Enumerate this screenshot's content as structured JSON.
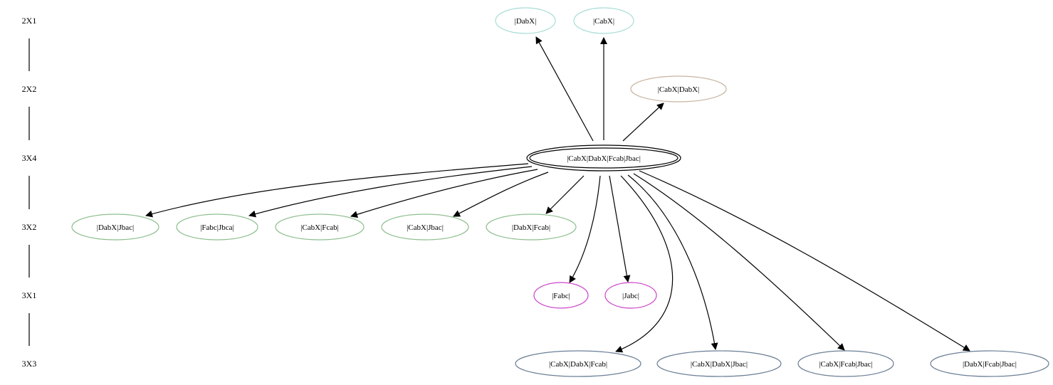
{
  "colors": {
    "level_2x1": "#a8ddd6",
    "level_2x2": "#c8b4a0",
    "level_3x4": "#000000",
    "level_3x2": "#8fbf8f",
    "level_3x1": "#cc44cc",
    "level_3x3": "#6b7f95",
    "edge": "#000000"
  },
  "levels": [
    {
      "id": "2X1",
      "label": "2X1"
    },
    {
      "id": "2X2",
      "label": "2X2"
    },
    {
      "id": "3X4",
      "label": "3X4"
    },
    {
      "id": "3X2",
      "label": "3X2"
    },
    {
      "id": "3X1",
      "label": "3X1"
    },
    {
      "id": "3X3",
      "label": "3X3"
    }
  ],
  "nodes": [
    {
      "id": "n_dabx",
      "label": "|DabX|",
      "level": "2X1"
    },
    {
      "id": "n_cabx",
      "label": "|CabX|",
      "level": "2X1"
    },
    {
      "id": "n_cabx_dabx",
      "label": "|CabX|DabX|",
      "level": "2X2"
    },
    {
      "id": "n_root",
      "label": "|CabX|DabX|Fcab|Jbac|",
      "level": "3X4"
    },
    {
      "id": "n_dabx_jbac",
      "label": "|DabX|Jbac|",
      "level": "3X2"
    },
    {
      "id": "n_fabc_jbca",
      "label": "|Fabc|Jbca|",
      "level": "3X2"
    },
    {
      "id": "n_cabx_fcab",
      "label": "|CabX|Fcab|",
      "level": "3X2"
    },
    {
      "id": "n_cabx_jbac",
      "label": "|CabX|Jbac|",
      "level": "3X2"
    },
    {
      "id": "n_dabx_fcab",
      "label": "|DabX|Fcab|",
      "level": "3X2"
    },
    {
      "id": "n_fabc",
      "label": "|Fabc|",
      "level": "3X1"
    },
    {
      "id": "n_jabc",
      "label": "|Jabc|",
      "level": "3X1"
    },
    {
      "id": "n_cabx_dabx_fcab",
      "label": "|CabX|DabX|Fcab|",
      "level": "3X3"
    },
    {
      "id": "n_cabx_dabx_jbac",
      "label": "|CabX|DabX|Jbac|",
      "level": "3X3"
    },
    {
      "id": "n_cabx_fcab_jbac",
      "label": "|CabX|Fcab|Jbac|",
      "level": "3X3"
    },
    {
      "id": "n_dabx_fcab_jbac",
      "label": "|DabX|Fcab|Jbac|",
      "level": "3X3"
    }
  ],
  "edges": [
    {
      "from": "n_root",
      "to": "n_dabx"
    },
    {
      "from": "n_root",
      "to": "n_cabx"
    },
    {
      "from": "n_root",
      "to": "n_cabx_dabx"
    },
    {
      "from": "n_root",
      "to": "n_dabx_jbac"
    },
    {
      "from": "n_root",
      "to": "n_fabc_jbca"
    },
    {
      "from": "n_root",
      "to": "n_cabx_fcab"
    },
    {
      "from": "n_root",
      "to": "n_cabx_jbac"
    },
    {
      "from": "n_root",
      "to": "n_dabx_fcab"
    },
    {
      "from": "n_root",
      "to": "n_fabc"
    },
    {
      "from": "n_root",
      "to": "n_jabc"
    },
    {
      "from": "n_root",
      "to": "n_cabx_dabx_fcab"
    },
    {
      "from": "n_root",
      "to": "n_cabx_dabx_jbac"
    },
    {
      "from": "n_root",
      "to": "n_cabx_fcab_jbac"
    },
    {
      "from": "n_root",
      "to": "n_dabx_fcab_jbac"
    }
  ]
}
